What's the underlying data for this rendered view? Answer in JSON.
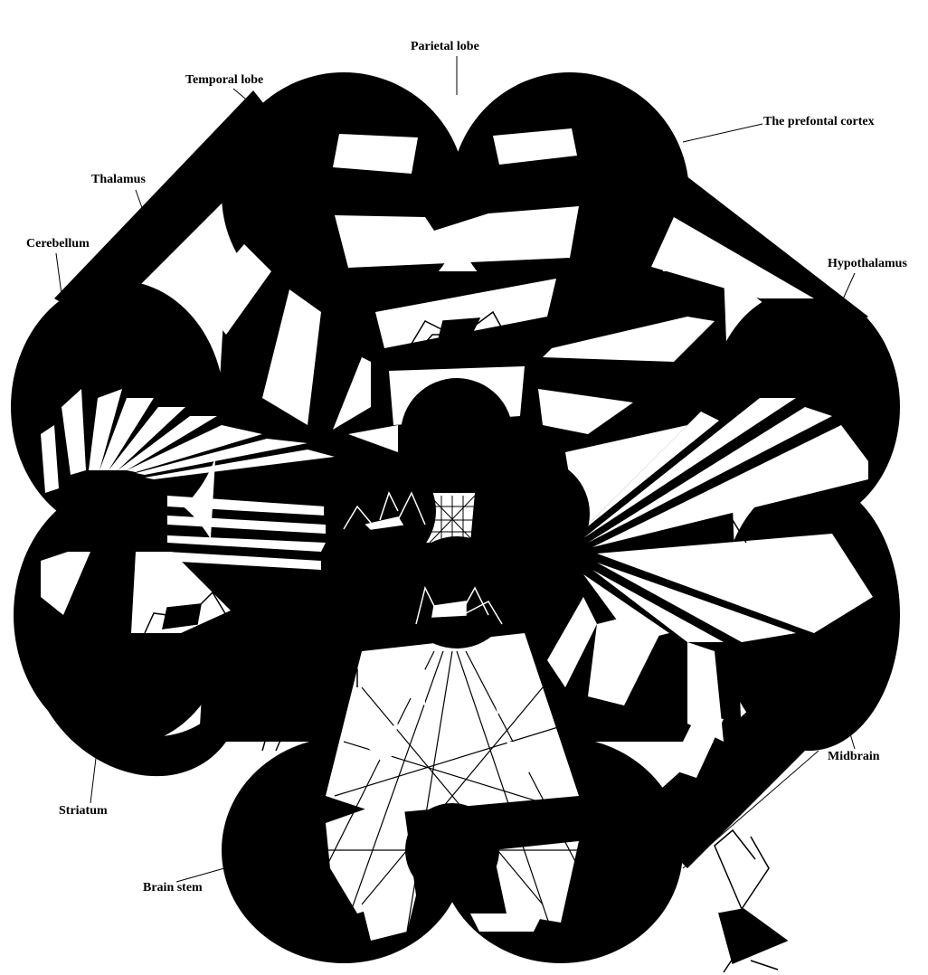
{
  "labels": {
    "parietal": "Parietal lobe",
    "temporal": "Temporal lobe",
    "prefrontal": "The prefontal cortex",
    "thalamus": "Thalamus",
    "cerebellum": "Cerebellum",
    "hypothalamus": "Hypothalamus",
    "midbrain": "Midbrain",
    "striatum": "Striatum",
    "brainstem": "Brain stem"
  },
  "colors": {
    "ink": "#000000",
    "paper": "#ffffff"
  }
}
